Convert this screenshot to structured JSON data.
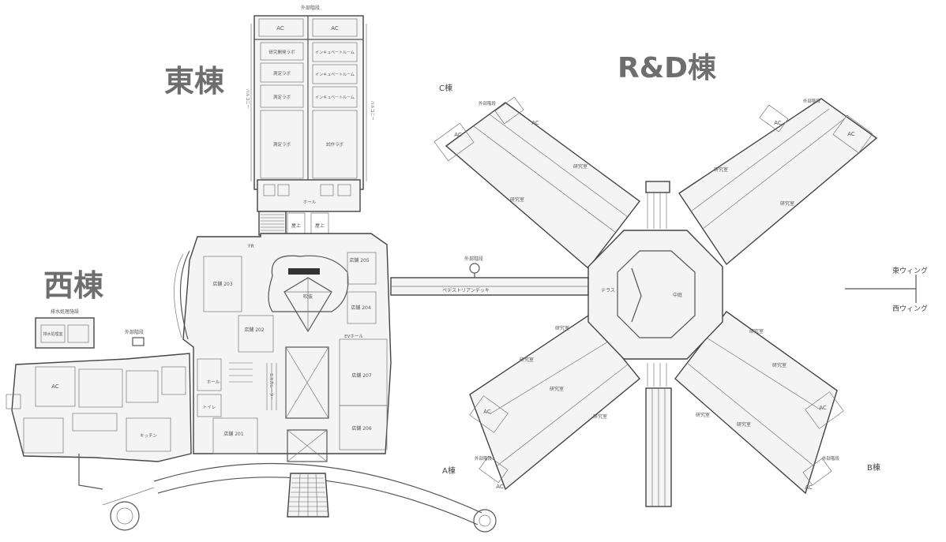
{
  "titles": {
    "east": "東棟",
    "west": "西棟",
    "rd": "R&D棟"
  },
  "wings": {
    "a": "A棟",
    "b": "B棟",
    "c": "C棟"
  },
  "legend": {
    "east_wing": "東ウィング",
    "west_wing": "西ウィング"
  },
  "east_building": {
    "ac_left": "AC",
    "ac_right": "AC",
    "stairs_top": "外部階段",
    "left_rooms": [
      "研究開発ラボ",
      "測定ラボ",
      "測定ラボ",
      "測定ラボ"
    ],
    "right_rooms": [
      "インキュベートルーム",
      "インキュベートルーム",
      "インキュベートルーム",
      "試作ラボ"
    ],
    "balcony_left": "バルコニー",
    "balcony_right": "バルコニー",
    "hall": "ホール",
    "roof_left": "屋上",
    "roof_right": "屋上"
  },
  "center": {
    "shops": [
      "店舗 205",
      "店舗 203",
      "店舗 202",
      "店舗 204",
      "店舗 207",
      "店舗 206",
      "店舗 201"
    ],
    "ev_hall": "EVホール",
    "fr": "FR",
    "escalator": "エスカレーター",
    "toilet": "トイレ",
    "deck": "ペデストリアンデッキ",
    "stairs_deck": "外部階段",
    "atrium": "吹抜"
  },
  "west_building": {
    "water_treatment": "排水処理施設",
    "water_room": "排水処理室",
    "stairs": "外部階段",
    "ac": "AC",
    "kitchen": "キッチン",
    "hall": "ホール"
  },
  "rd_building": {
    "lab": "研究室",
    "ac": "AC",
    "stairs": "外部階段",
    "terrace": "テラス",
    "courtyard": "中庭"
  }
}
